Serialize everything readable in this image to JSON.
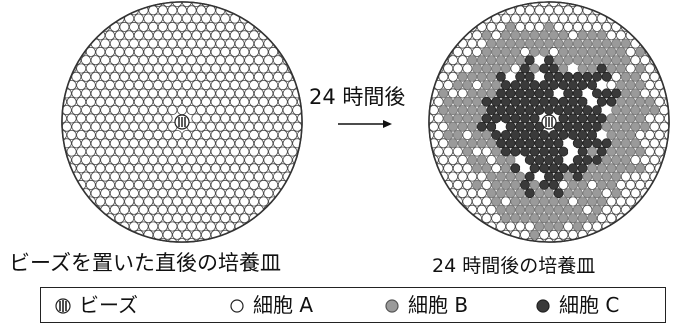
{
  "annotation": {
    "time_label": "24 時間後"
  },
  "captions": {
    "left_dish": "ビーズを置いた直後の培養皿",
    "right_dish": "24 時間後の培養皿"
  },
  "legend": {
    "beads": "ビーズ",
    "cell_a": "細胞 A",
    "cell_b": "細胞 B",
    "cell_c": "細胞 C"
  },
  "colors": {
    "cell_a_fill": "#ffffff",
    "cell_b_fill": "#9a9a9a",
    "cell_c_fill": "#3a3a3a",
    "outline": "#333333"
  }
}
